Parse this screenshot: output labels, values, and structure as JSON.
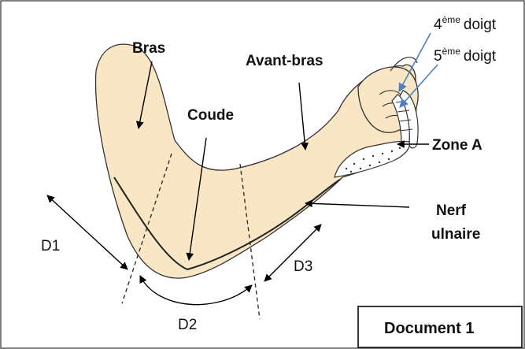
{
  "labels": {
    "bras": "Bras",
    "coude": "Coude",
    "avant_bras": "Avant-bras",
    "finger4_num": "4",
    "finger4_sup": "ème",
    "finger4_word": "doigt",
    "finger5_num": "5",
    "finger5_sup": "ème",
    "finger5_word": "doigt",
    "zone_a": "Zone A",
    "nerf_line1": "Nerf",
    "nerf_line2": "ulnaire",
    "d1": "D1",
    "d2": "D2",
    "d3": "D3",
    "document": "Document 1"
  },
  "colors": {
    "skin": "#f8e6c4",
    "outline": "#333333",
    "arrow": "#000000",
    "blue_arrow": "#4f7fc0"
  }
}
